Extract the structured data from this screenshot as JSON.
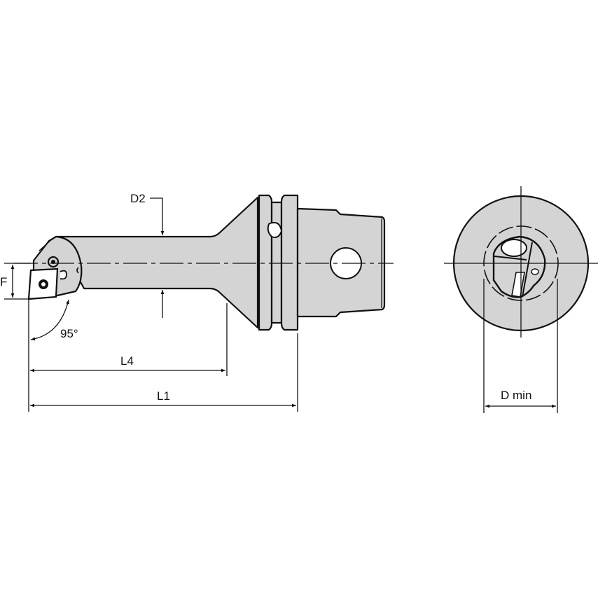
{
  "drawing": {
    "title": "Boring bar tool holder - side view and end view",
    "colors": {
      "part_fill": "#d4d4d4",
      "line": "#111111",
      "background": "#ffffff"
    },
    "side_view": {
      "labels": {
        "d2": "D2",
        "f": "F",
        "angle": "95°",
        "l4": "L4",
        "l1": "L1"
      }
    },
    "end_view": {
      "labels": {
        "dmin": "D min"
      }
    }
  }
}
